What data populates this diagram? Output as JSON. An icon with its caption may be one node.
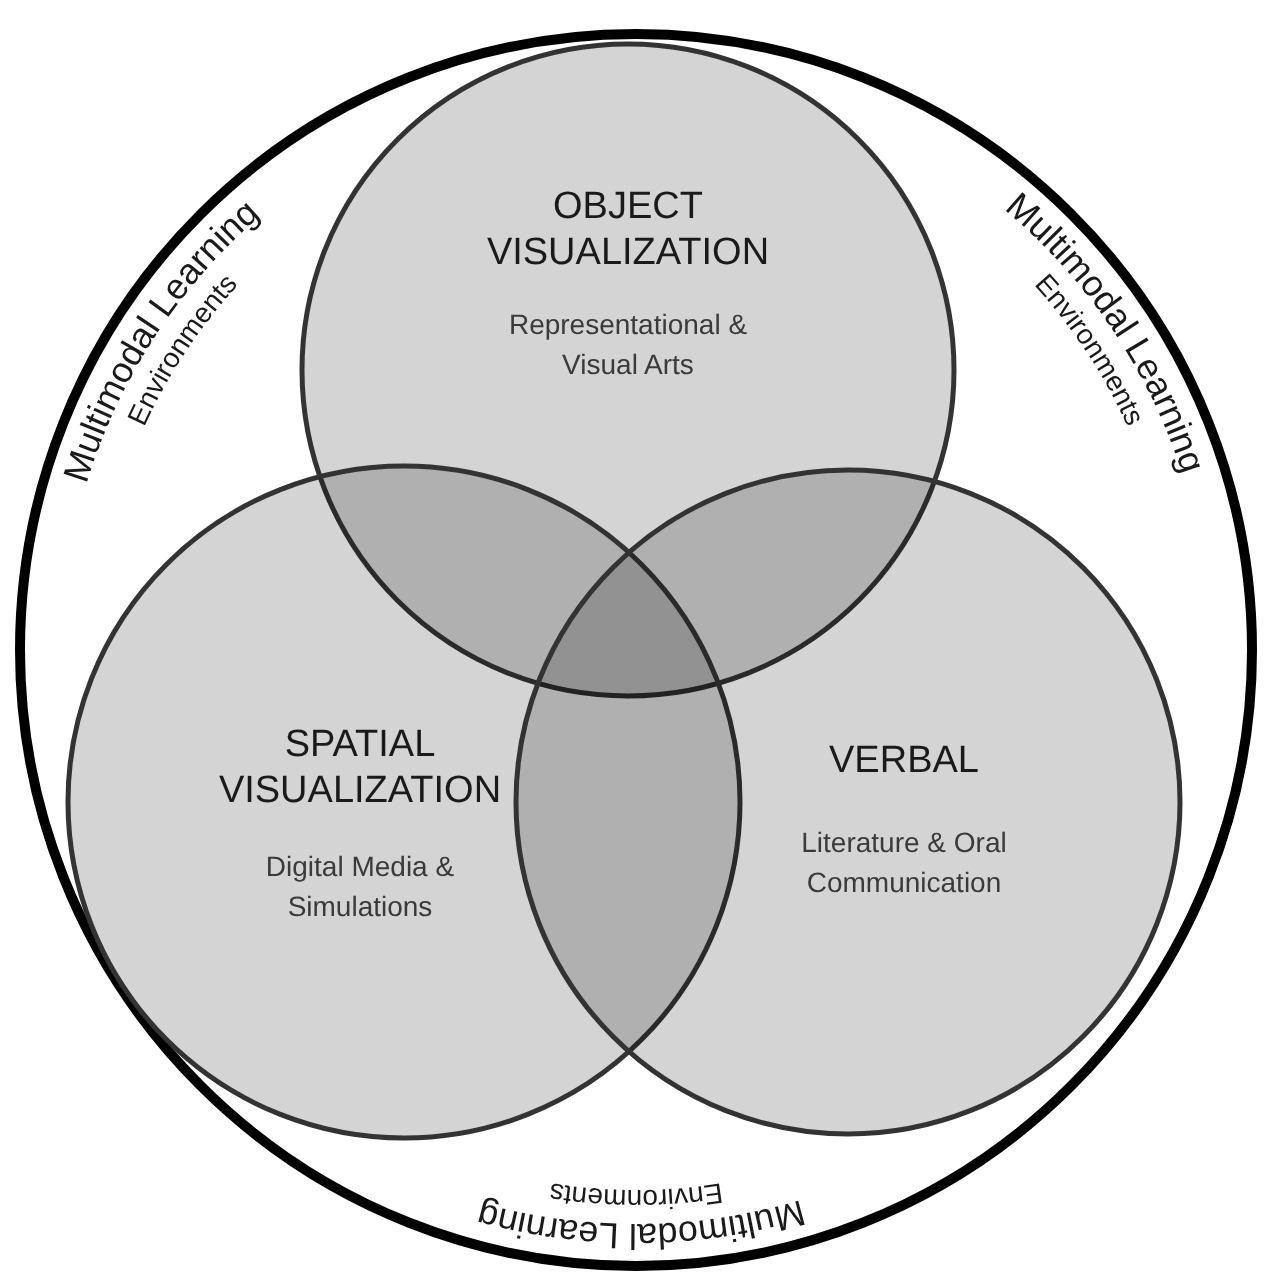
{
  "diagram": {
    "nodes": [
      {
        "text": [
          "Multimodal Learning Environments",
          "Multimodal Learning Environments",
          "Multimodal Learning Environments"
        ]
      },
      {
        "text": [
          "OBJECT VISUALIZATION",
          "Representational & Visual Arts"
        ],
        "in": 0
      },
      {
        "text": [
          "SPATIAL VISUALIZATION",
          "Digital Media & Simulations"
        ],
        "in": 0
      },
      {
        "text": [
          "VERBAL",
          "Literature & Oral Communication"
        ],
        "in": 0
      }
    ],
    "edges": []
  }
}
